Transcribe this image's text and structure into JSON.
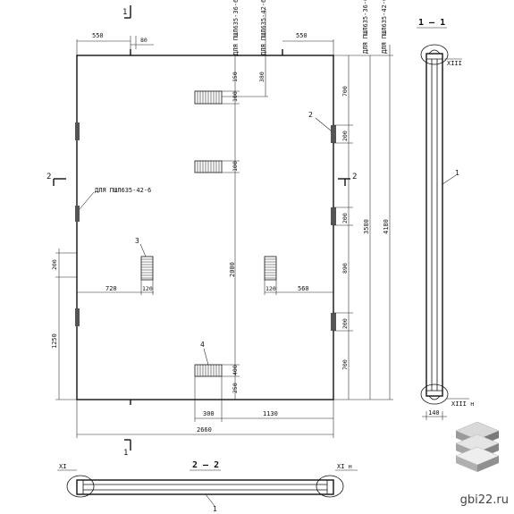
{
  "sections": {
    "s1": "1",
    "s2": "2",
    "s11": "1 – 1",
    "s22": "2 – 2"
  },
  "callouts": {
    "c1": "1",
    "c2": "2",
    "c3": "3",
    "c4": "4"
  },
  "loop_notes": {
    "top_left": "ДЛЯ ПШЛ635-36-6",
    "top_right": "ДЛЯ ПШЛ635-42-6",
    "right_a": "ДЛЯ ПШЛ635-36-6",
    "right_b": "ДЛЯ ПШЛ635-42-6",
    "left": "ДЛЯ ПШЛ635-42-6"
  },
  "marks": {
    "xiii": "XIII",
    "xiii_n": "XIII н",
    "xi": "XI",
    "xi_n": "XI н"
  },
  "dims": {
    "top_left_550": "550",
    "top_80": "80",
    "top_right_550": "550",
    "v150": "150",
    "v100a": "100",
    "v380": "380",
    "v100b": "100",
    "v2000": "2000",
    "v400": "400",
    "v250": "250",
    "left_200": "200",
    "left_1250": "1250",
    "h720": "720",
    "h120a": "120",
    "h120b": "120",
    "h560": "560",
    "r700a": "700",
    "r200a": "200",
    "r200b": "200",
    "r890": "890",
    "r200c": "200",
    "r700b": "700",
    "r3580": "3580",
    "r4180": "4180",
    "b300": "300",
    "b1130": "1130",
    "b2660": "2660",
    "sec_140": "140"
  },
  "watermark": "gbi22.ru"
}
